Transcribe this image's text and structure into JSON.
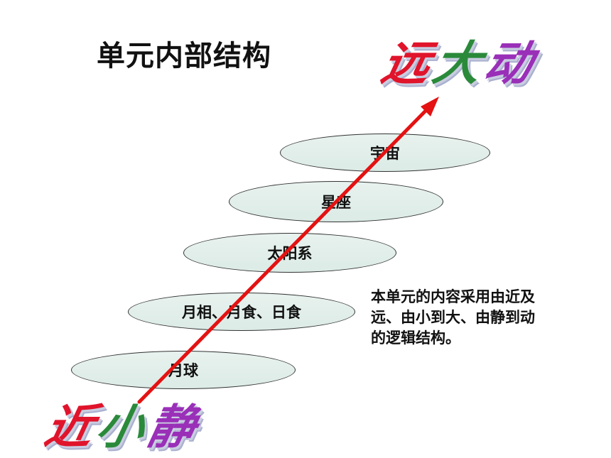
{
  "title": "单元内部结构",
  "wordart_top": {
    "chars": [
      "远",
      "大",
      "动"
    ],
    "colors": [
      "#e0142b",
      "#2a8a3a",
      "#9a2fb8"
    ]
  },
  "wordart_bottom": {
    "chars": [
      "近",
      "小",
      "静"
    ],
    "colors": [
      "#e0142b",
      "#2a8a3a",
      "#9a2fb8"
    ]
  },
  "levels": [
    {
      "label": "宇宙"
    },
    {
      "label": "星座"
    },
    {
      "label": "太阳系"
    },
    {
      "label": "月相、月食、日食"
    },
    {
      "label": "月球"
    }
  ],
  "description": "本单元的内容采用由近及远、由小到大、由静到动的逻辑结构。",
  "colors": {
    "arrow": "#e41212",
    "oval_fill": "#dcebe6",
    "oval_border": "#333333"
  }
}
